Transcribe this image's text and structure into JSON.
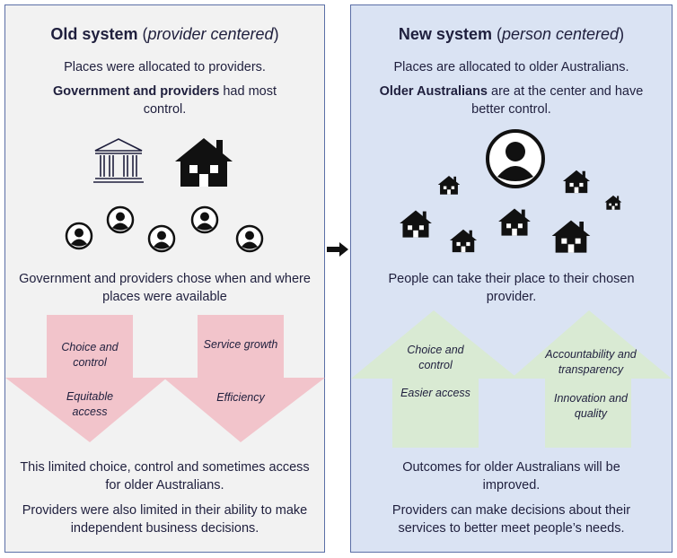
{
  "old_system": {
    "title_bold": "Old system",
    "title_italic": "provider centered",
    "line1": "Places were allocated to providers.",
    "line2_bold": "Government and providers",
    "line2_rest": " had most control.",
    "line3": "Government and providers chose when and where places were available",
    "arrow_left": {
      "top": "Choice and control",
      "bottom": "Equitable access"
    },
    "arrow_right": {
      "top": "Service growth",
      "bottom": "Efficiency"
    },
    "footer1": "This limited choice, control and sometimes access for older Australians.",
    "footer2": "Providers were also limited in their ability to make independent business decisions.",
    "icons": [
      "government-building-icon",
      "house-icon",
      "person-icon"
    ]
  },
  "new_system": {
    "title_bold": "New system",
    "title_italic": "person centered",
    "line1": "Places are allocated to older Australians.",
    "line2_bold": "Older Australians",
    "line2_rest": " are at the center and have better control.",
    "line3": "People can take their place to their chosen provider.",
    "arrow_left": {
      "top": "Choice and control",
      "bottom": "Easier access"
    },
    "arrow_right": {
      "top": "Accountability and transparency",
      "bottom": "Innovation and quality"
    },
    "footer1": "Outcomes for older Australians will be improved.",
    "footer2": "Providers can make decisions about their services to better meet people’s needs.",
    "icons": [
      "person-icon",
      "house-icon"
    ]
  },
  "colors": {
    "old_bg": "#f2f2f2",
    "new_bg": "#dae3f3",
    "border": "#5b6fa6",
    "down_arrow": "#f2c4cb",
    "up_arrow": "#d9ead3",
    "text": "#1f1f3d"
  },
  "connector_icon": "right-arrow-icon"
}
